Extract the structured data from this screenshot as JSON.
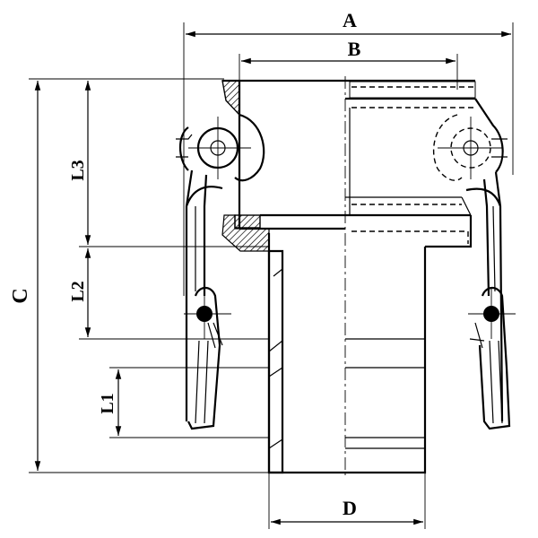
{
  "labels": {
    "A": "A",
    "B": "B",
    "C": "C",
    "D": "D",
    "L1": "L1",
    "L2": "L2",
    "L3": "L3"
  },
  "colors": {
    "line": "#000000",
    "background": "#ffffff",
    "hatch": "#000000"
  }
}
